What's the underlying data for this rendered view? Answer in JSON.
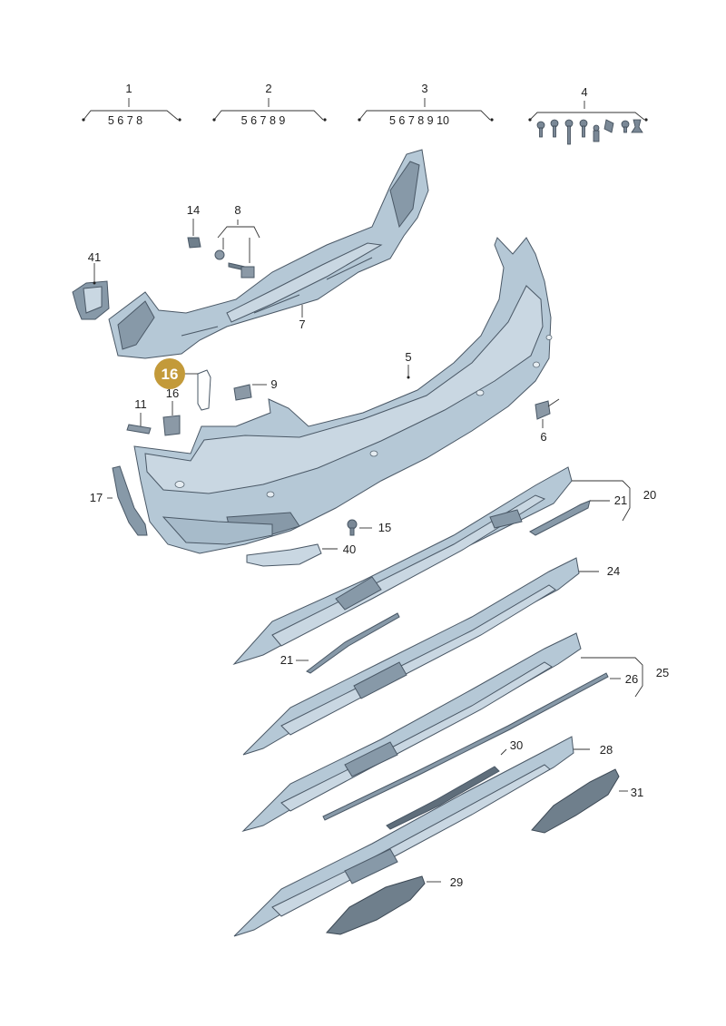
{
  "colors": {
    "part_fill": "#b5c8d6",
    "part_shadow": "#8799a8",
    "outline": "#4a5866",
    "highlight": "#c39a3a",
    "highlight_text": "#ffffff"
  },
  "groups": [
    {
      "num": "1",
      "sub": "5 6 7 8"
    },
    {
      "num": "2",
      "sub": "5 6 7 8 9"
    },
    {
      "num": "3",
      "sub": "5 6 7 8 9 10"
    },
    {
      "num": "4",
      "sub": ""
    }
  ],
  "labels": {
    "l5": "5",
    "l6": "6",
    "l7": "7",
    "l8": "8",
    "l9": "9",
    "l11": "11",
    "l14": "14",
    "l15": "15",
    "l16": "16",
    "l16_small": "16",
    "l17": "17",
    "l20": "20",
    "l21a": "21",
    "l21b": "21",
    "l24": "24",
    "l25": "25",
    "l26": "26",
    "l28": "28",
    "l29": "29",
    "l30": "30",
    "l31": "31",
    "l40": "40",
    "l41": "41"
  },
  "highlighted_part": "16"
}
